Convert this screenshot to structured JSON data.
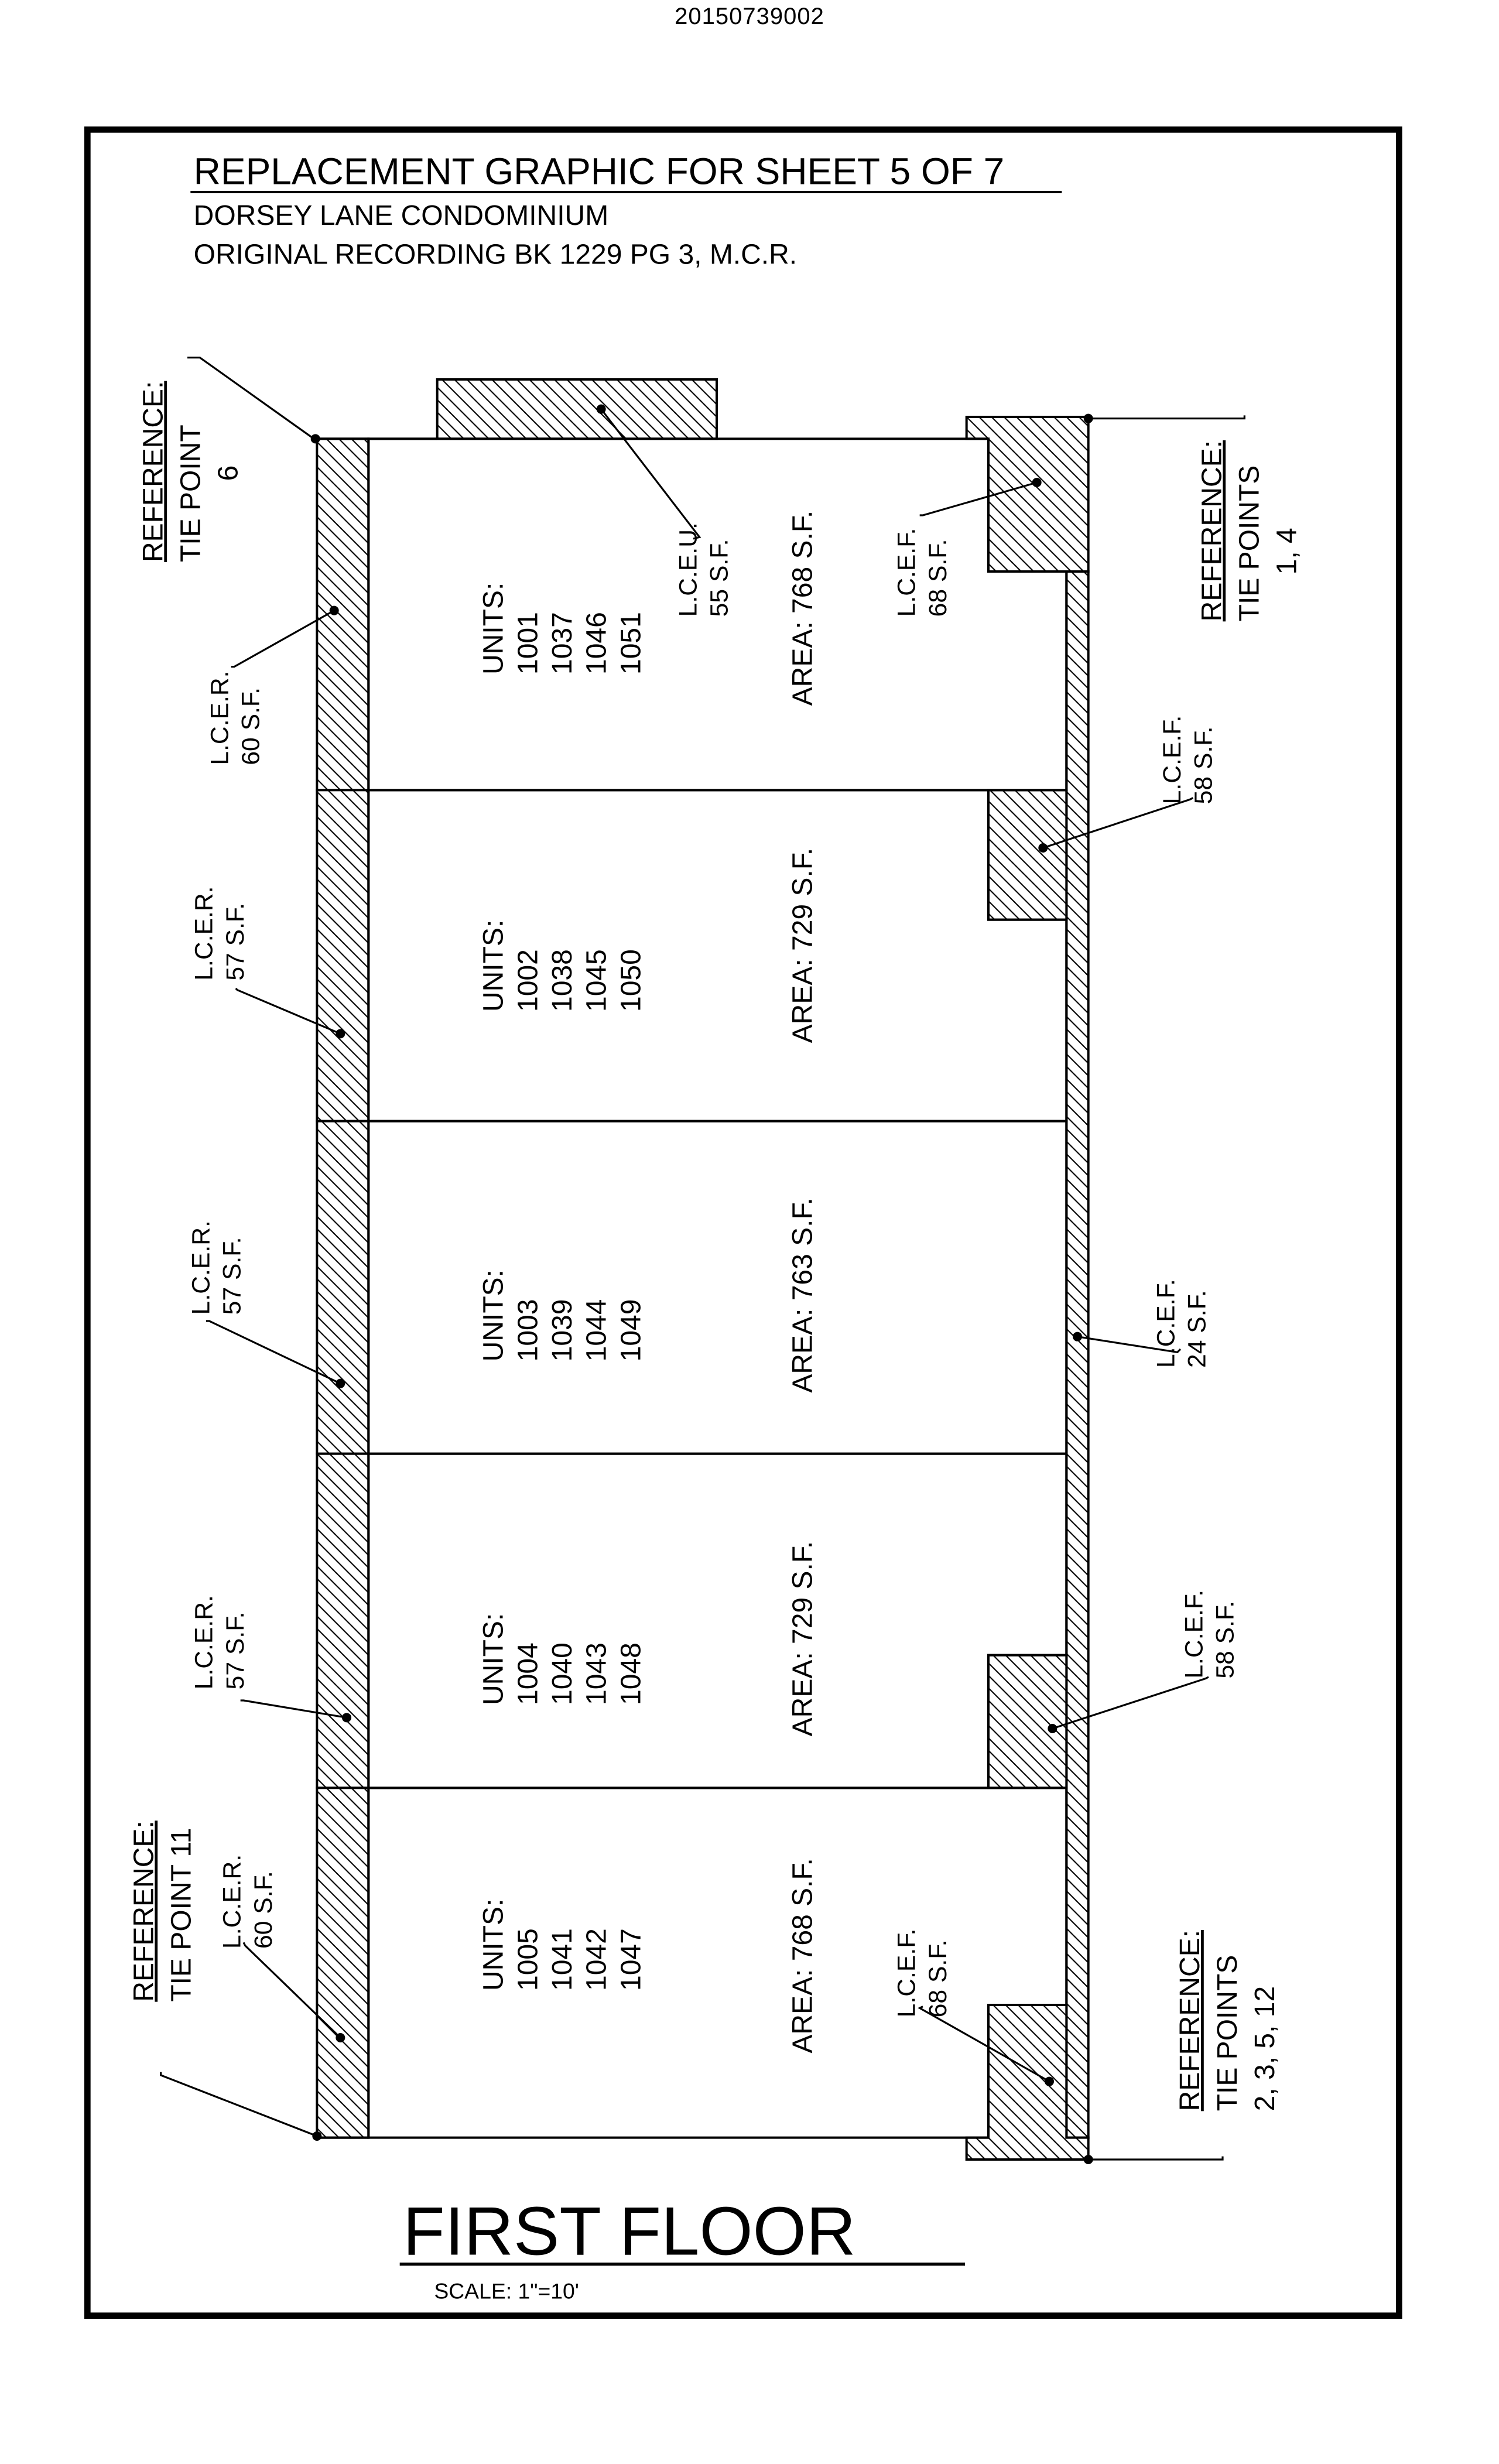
{
  "document_number": "20150739002",
  "title": {
    "main": "REPLACEMENT GRAPHIC FOR SHEET 5 OF 7",
    "line2": "DORSEY LANE CONDOMINIUM",
    "line3": "ORIGINAL RECORDING BK 1229 PG 3, M.C.R."
  },
  "floor_label": "FIRST FLOOR",
  "scale_label": "SCALE:  1\"=10'",
  "units": [
    {
      "label": "UNITS:",
      "numbers": [
        "1001",
        "1037",
        "1046",
        "1051"
      ],
      "area": "AREA:  768  S.F."
    },
    {
      "label": "UNITS:",
      "numbers": [
        "1002",
        "1038",
        "1045",
        "1050"
      ],
      "area": "AREA:  729  S.F."
    },
    {
      "label": "UNITS:",
      "numbers": [
        "1003",
        "1039",
        "1044",
        "1049"
      ],
      "area": "AREA:  763  S.F."
    },
    {
      "label": "UNITS:",
      "numbers": [
        "1004",
        "1040",
        "1043",
        "1048"
      ],
      "area": "AREA:  729  S.F."
    },
    {
      "label": "UNITS:",
      "numbers": [
        "1005",
        "1041",
        "1042",
        "1047"
      ],
      "area": "AREA:  768  S.F."
    }
  ],
  "limited_elements": {
    "lceu": [
      "L.C.E.U.",
      "55 S.F."
    ],
    "lcer_1": [
      "L.C.E.R.",
      "60 S.F."
    ],
    "lcer_2": [
      "L.C.E.R.",
      "57 S.F."
    ],
    "lcer_3": [
      "L.C.E.R.",
      "57 S.F."
    ],
    "lcer_4": [
      "L.C.E.R.",
      "57 S.F."
    ],
    "lcer_5": [
      "L.C.E.R.",
      "60 S.F."
    ],
    "lcef_1": [
      "L.C.E.F.",
      "68 S.F."
    ],
    "lcef_2": [
      "L.C.E.F.",
      "58 S.F."
    ],
    "lcef_3": [
      "L.C.E.F.",
      "24 S.F."
    ],
    "lcef_4": [
      "L.C.E.F.",
      "58 S.F."
    ],
    "lcef_5": [
      "L.C.E.F.",
      "68 S.F."
    ]
  },
  "references": {
    "tie_6": [
      "REFERENCE:",
      "TIE  POINT",
      "6"
    ],
    "tie_1_4": [
      "REFERENCE:",
      "TIE  POINTS",
      "1, 4"
    ],
    "tie_11": [
      "REFERENCE:",
      "TIE  POINT  11"
    ],
    "tie_2_3_5_12": [
      "REFERENCE:",
      "TIE  POINTS",
      "2, 3, 5, 12"
    ]
  }
}
